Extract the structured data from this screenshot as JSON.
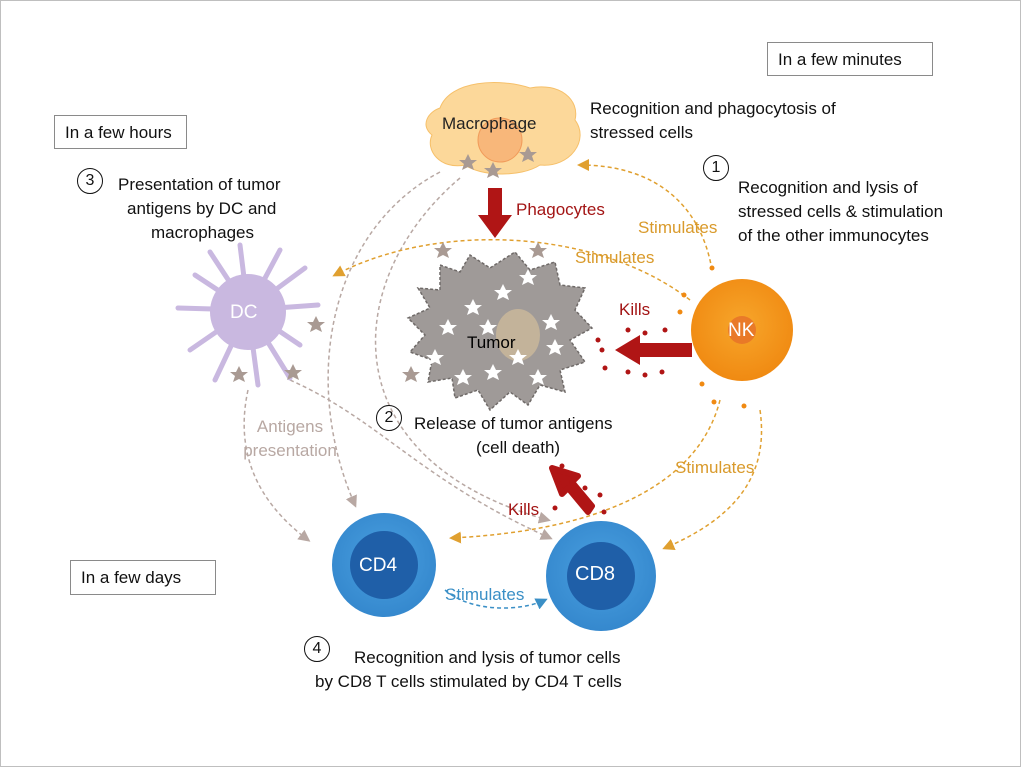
{
  "time_labels": {
    "minutes": "In a few minutes",
    "hours": "In a few hours",
    "days": "In a few days"
  },
  "cells": {
    "macrophage": "Macrophage",
    "tumor": "Tumor",
    "nk": "NK",
    "dc": "DC",
    "cd4": "CD4",
    "cd8": "CD8"
  },
  "steps": [
    {
      "number": "1",
      "text_lines": [
        "Recognition and lysis of",
        "stressed cells & stimulation",
        "of the other immunocytes"
      ]
    },
    {
      "number": "2",
      "text_lines": [
        "Release of tumor antigens",
        "(cell death)"
      ]
    },
    {
      "number": "3",
      "text_lines": [
        "Presentation of tumor",
        "antigens by DC and",
        "macrophages"
      ]
    },
    {
      "number": "4",
      "text_lines": [
        "Recognition and lysis of tumor cells",
        "by CD8 T cells stimulated by CD4 T cells"
      ]
    }
  ],
  "macrophage_note": [
    "Recognition and phagocytosis  of",
    "stressed cells"
  ],
  "arrow_labels": {
    "phagocytes": "Phagocytes",
    "stimulates_top": "Stimulates",
    "stimulates_mid": "Stimulates",
    "kills_nk": "Kills",
    "kills_cd8": "Kills",
    "stimulates_right": "Stimulates",
    "stimulates_cd4": "Stimulates",
    "antigens_presentation": [
      "Antigens",
      "presentation"
    ]
  },
  "colors": {
    "kill_red": "#b01515",
    "stimulate_orange": "#e0a030",
    "nk_orange": "#f49a1a",
    "cd_blue": "#3b8fd2",
    "cd_dark_blue": "#1f5fa8",
    "dc_lavender": "#c9b8e0",
    "tumor_grey": "#9f9a98",
    "macrophage_peach": "#fcd89a"
  }
}
